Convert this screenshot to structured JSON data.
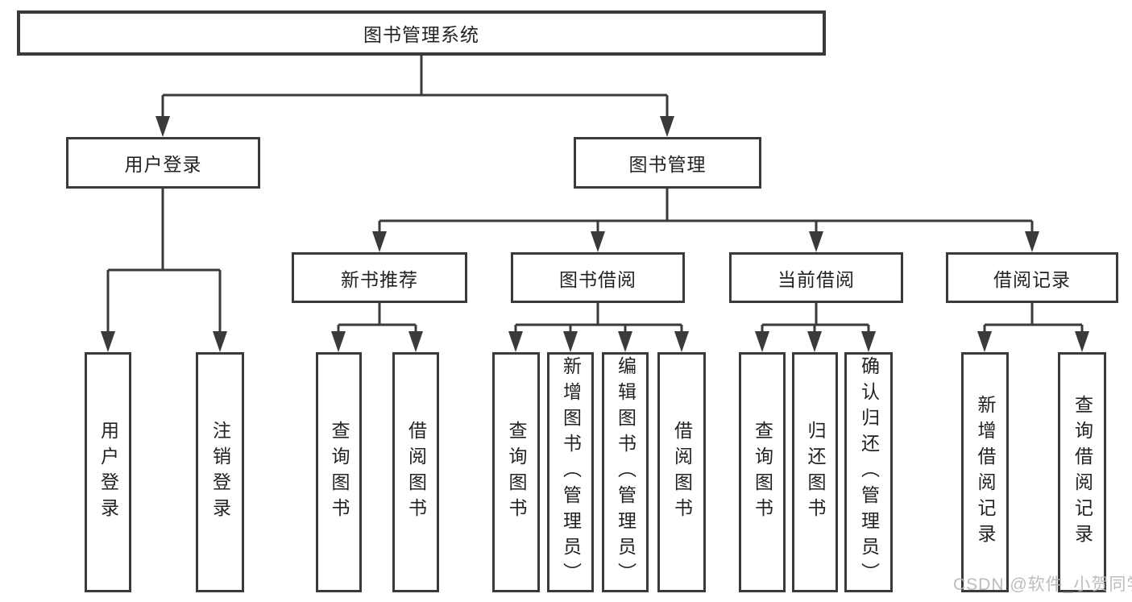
{
  "tree": {
    "label": "图书管理系统",
    "children": [
      {
        "label": "用户登录",
        "children": [
          {
            "label": "用户登录"
          },
          {
            "label": "注销登录"
          }
        ]
      },
      {
        "label": "图书管理",
        "children": [
          {
            "label": "新书推荐",
            "children": [
              {
                "label": "查询图书"
              },
              {
                "label": "借阅图书"
              }
            ]
          },
          {
            "label": "图书借阅",
            "children": [
              {
                "label": "查询图书"
              },
              {
                "label": "新增图书（管理员）"
              },
              {
                "label": "编辑图书（管理员）"
              },
              {
                "label": "借阅图书"
              }
            ]
          },
          {
            "label": "当前借阅",
            "children": [
              {
                "label": "查询图书"
              },
              {
                "label": "归还图书"
              },
              {
                "label": "确认归还（管理员）"
              }
            ]
          },
          {
            "label": "借阅记录",
            "children": [
              {
                "label": "新增借阅记录"
              },
              {
                "label": "查询借阅记录"
              }
            ]
          }
        ]
      }
    ]
  },
  "watermark": "CSDN @软件_小贺同学",
  "colors": {
    "line": "#3a3a3a",
    "text": "#222222",
    "watermark": "#b5b5b5",
    "background": "#ffffff"
  }
}
